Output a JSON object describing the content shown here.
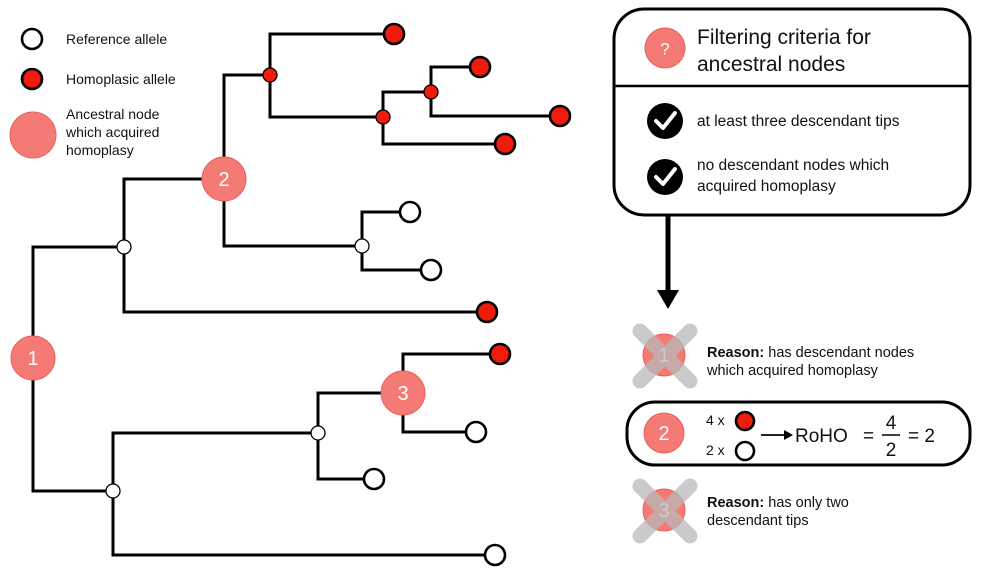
{
  "legend": {
    "reference_label": "Reference allele",
    "homoplasic_label": "Homoplasic allele",
    "ancestral_label_line1": "Ancestral node",
    "ancestral_label_line2": "which acquired",
    "ancestral_label_line3": "homoplasy"
  },
  "tree": {
    "node_labels": [
      "1",
      "2",
      "3"
    ]
  },
  "filter_box": {
    "badge": "?",
    "title_line1": "Filtering criteria for",
    "title_line2": "ancestral nodes",
    "criteria": [
      {
        "line1": "at least three descendant tips",
        "line2": ""
      },
      {
        "line1": "no descendant nodes which",
        "line2": "acquired homoplasy"
      }
    ]
  },
  "results": [
    {
      "node": "1",
      "rejected": true,
      "reason_label": "Reason:",
      "reason_line1": "has descendant nodes",
      "reason_line2": "which acquired homoplasy"
    },
    {
      "node": "2",
      "rejected": false,
      "homo_count": "4 x",
      "ref_count": "2 x",
      "metric": "RoHO",
      "numerator": "4",
      "denominator": "2",
      "result": "= 2",
      "equals": "="
    },
    {
      "node": "3",
      "rejected": true,
      "reason_label": "Reason:",
      "reason_line1": "has only two",
      "reason_line2": "descendant tips"
    }
  ],
  "colors": {
    "homoplasic": "#ee1c0c",
    "ancestral": "#f47a76",
    "cross": "#b9b9b9"
  }
}
